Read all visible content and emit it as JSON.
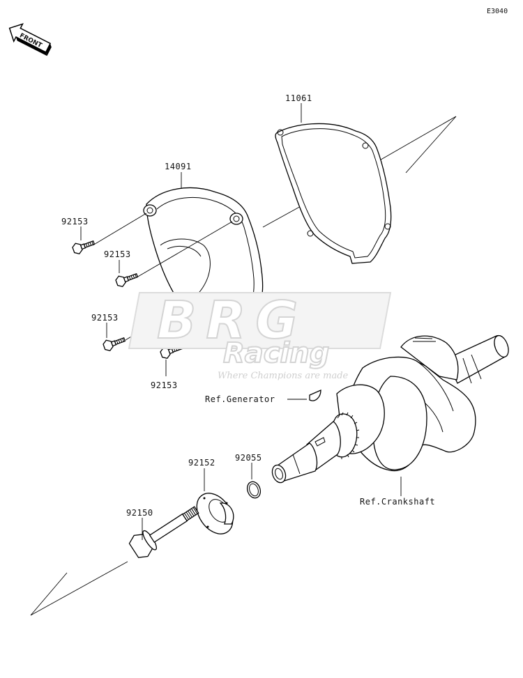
{
  "diagram": {
    "code": "E3040",
    "front_label": "FRONT",
    "parts": [
      {
        "number": "11061"
      },
      {
        "number": "14091"
      },
      {
        "number": "92153"
      },
      {
        "number": "92153"
      },
      {
        "number": "92153"
      },
      {
        "number": "92153"
      },
      {
        "number": "92055"
      },
      {
        "number": "92152"
      },
      {
        "number": "92150"
      }
    ],
    "references": [
      {
        "text": "Ref.Generator"
      },
      {
        "text": "Ref.Crankshaft"
      }
    ]
  },
  "watermark": {
    "logo": "BRG",
    "word": "Racing",
    "tagline": "Where Champions are made"
  }
}
